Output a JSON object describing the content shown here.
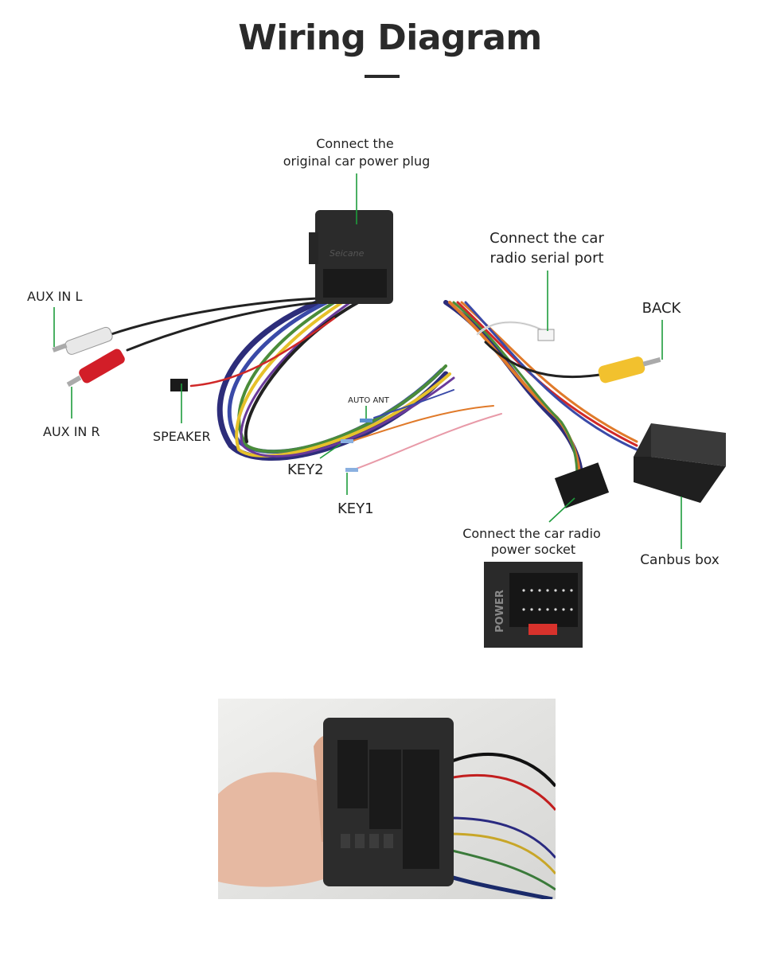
{
  "title": "Wiring Diagram",
  "labels": {
    "power_plug_line1": "Connect the",
    "power_plug_line2": "original car power plug",
    "serial_port_line1": "Connect the car",
    "serial_port_line2": "radio  serial port",
    "back": "BACK",
    "aux_in_l": "AUX IN L",
    "aux_in_r": "AUX IN R",
    "speaker": "SPEAKER",
    "auto_ant": "AUTO ANT",
    "key2": "KEY2",
    "key1": "KEY1",
    "power_socket_line1": "Connect the car radio",
    "power_socket_line2": "power socket",
    "canbus_box": "Canbus box"
  },
  "photo_text": {
    "connector_brand": "Seicane",
    "socket_label": "POWER"
  },
  "colors": {
    "leader_line": "#1e9c3c",
    "connector_body": "#2b2b2b",
    "rca_white": "#e8e8e8",
    "rca_red": "#d21e28",
    "rca_yellow": "#f2c12e"
  }
}
